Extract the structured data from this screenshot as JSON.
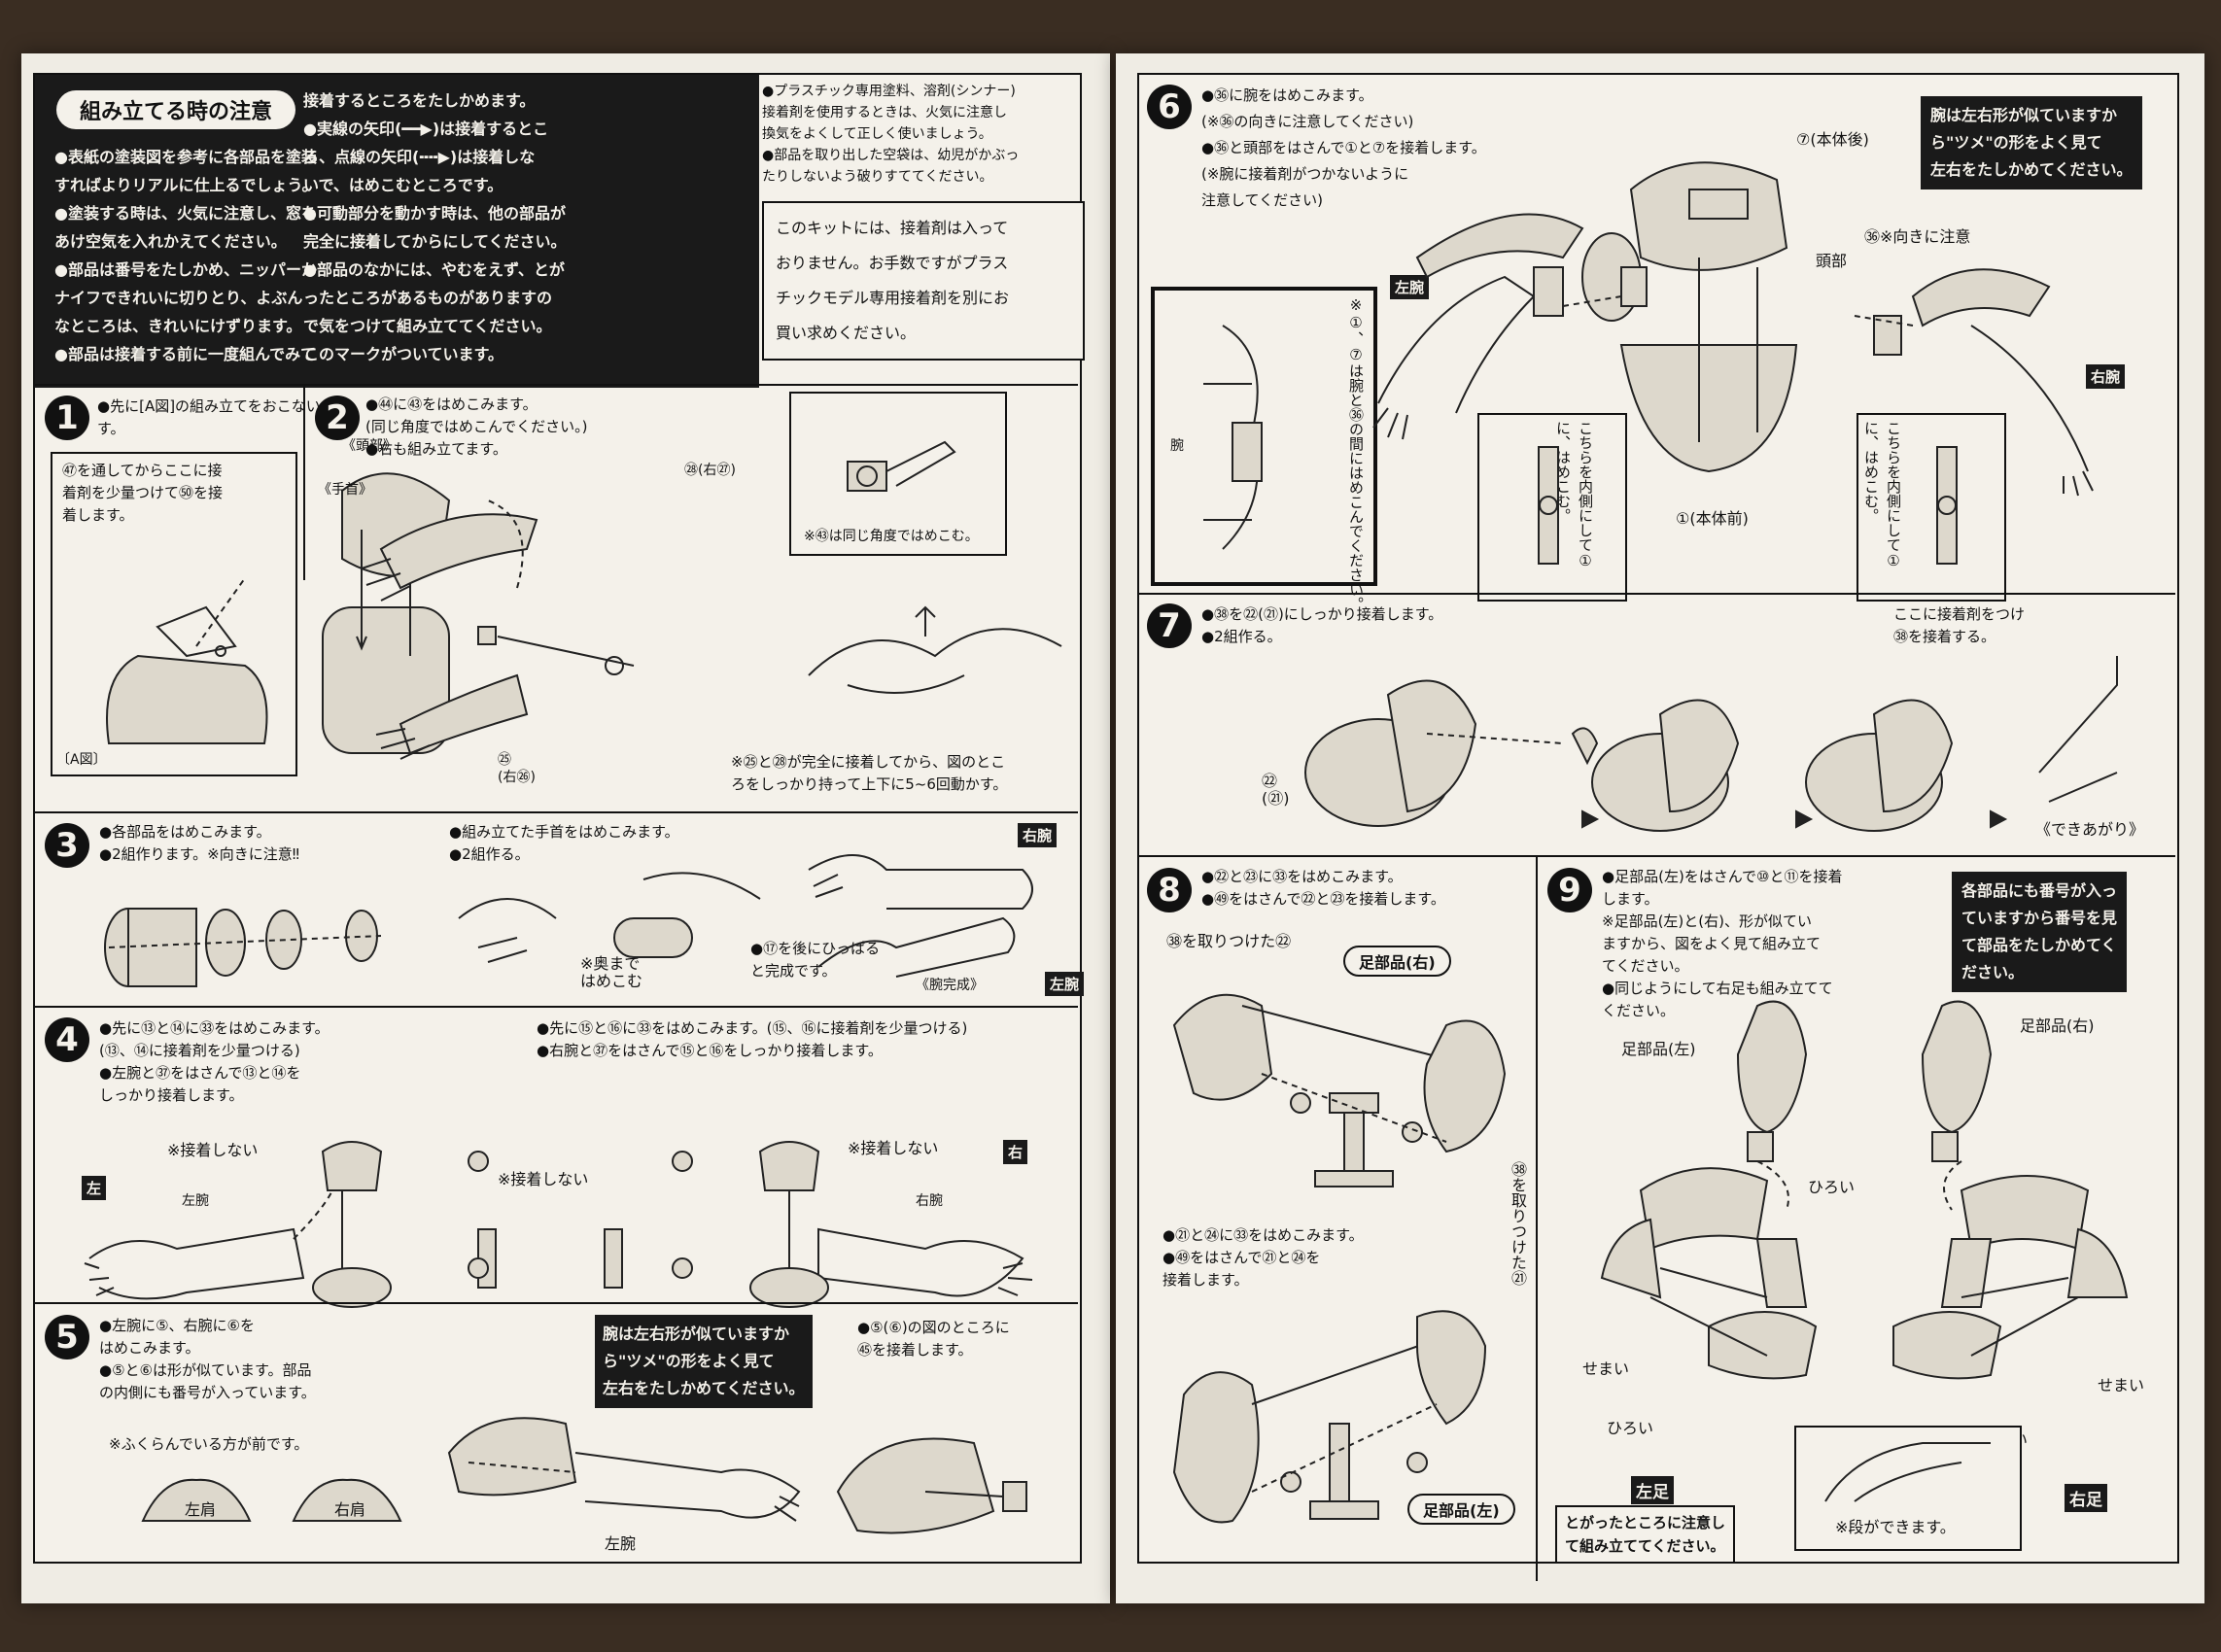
{
  "left": {
    "header": {
      "title": "組み立てる時の注意",
      "col1": "●表紙の塗装図を参考に各部品を塗装\nすればよりリアルに仕上るでしょう。\n●塗装する時は、火気に注意し、窓を\nあけ空気を入れかえてください。\n●部品は番号をたしかめ、ニッパーか\nナイフできれいに切りとり、よぶん\nなところは、きれいにけずります。\n●部品は接着する前に一度組んでみて",
      "col2": "接着するところをたしかめます。\n●実線の矢印(━━▶)は接着するとこ\nろ、点線の矢印(╍╍▶)は接着しな\nいで、はめこむところです。\n●可動部分を動かす時は、他の部品が\n完全に接着してからにしてください。\n●部品のなかには、やむをえず、とが\nったところがあるものがありますの\nで気をつけて組み立ててください。\nこのマークがついています。",
      "col3": "●プラスチック専用塗料、溶剤(シンナー)\n接着剤を使用するときは、火気に注意し\n換気をよくして正しく使いましょう。\n●部品を取り出した空袋は、幼児がかぶっ\nたりしないよう破りすててください。",
      "kit_note": "このキットには、接着剤は入って\nおりません。お手数ですがプラス\nチックモデル専用接着剤を別にお\n買い求めください。"
    },
    "step1": {
      "num": "1",
      "text": "●先に[A図]の組み立てをおこないま\nす。",
      "inset": "㊼を通してからここに接\n着剤を少量つけて㊿を接\n着します。",
      "inset_label": "〔A図〕",
      "head_label": "《頭部》"
    },
    "step2": {
      "num": "2",
      "text": "●㊹に㊸をはめこみます。\n(同じ角度ではめこんでください。)\n●右も組み立てます。",
      "hand_label": "《手首》",
      "detail_note": "※㊸は同じ角度ではめこむ。",
      "note": "※㉕と㉘が完全に接着してから、図のとこ\nろをしっかり持って上下に5~6回動かす。",
      "label_right": "㉘(右㉗)",
      "label_25": "㉕\n(右㉖)"
    },
    "step3": {
      "num": "3",
      "text_a": "●各部品をはめこみます。\n●2組作ります。※向きに注意‼",
      "text_b": "●組み立てた手首をはめこみます。\n●2組作る。",
      "text_c": "●⑰を後にひっぱる\nと完成です。",
      "note": "※奥まで\nはめこむ",
      "complete": "《腕完成》",
      "tag_right": "右腕",
      "tag_left": "左腕"
    },
    "step4": {
      "num": "4",
      "text_a": "●先に⑬と⑭に㉝をはめこみます。\n(⑬、⑭に接着剤を少量つける)\n●左腕と㊲をはさんで⑬と⑭を\nしっかり接着します。",
      "text_b": "●先に⑮と⑯に㉝をはめこみます。(⑮、⑯に接着剤を少量つける)\n●右腕と㊲をはさんで⑮と⑯をしっかり接着します。",
      "no_glue": "※接着しない",
      "left_tag": "左",
      "right_tag": "右",
      "left_arm": "左腕",
      "right_arm": "右腕"
    },
    "step5": {
      "num": "5",
      "text": "●左腕に⑤、右腕に⑥を\nはめこみます。\n●⑤と⑥は形が似ています。部品\nの内側にも番号が入っています。",
      "note": "※ふくらんでいる方が前です。",
      "warn": "腕は左右形が似ていますか\nら\"ツメ\"の形をよく見て\n左右をたしかめてください。",
      "text_b": "●⑤(⑥)の図のところに\n㊺を接着します。",
      "left_shoulder": "左肩",
      "right_shoulder": "右肩",
      "left_arm": "左腕"
    }
  },
  "right": {
    "step6": {
      "num": "6",
      "text": "●㊱に腕をはめこみます。\n(※㊱の向きに注意してください)\n●㊱と頭部をはさんで①と⑦を接着します。\n(※腕に接着剤がつかないように\n注意してください)",
      "warn": "腕は左右形が似ていますか\nら\"ツメ\"の形をよく見て\n左右をたしかめてください。",
      "inset_note": "※①、⑦は腕と㊱の間にはめこんでください。",
      "inner_note": "こちらを内側にして①に、はめこむ。",
      "body_back": "⑦(本体後)",
      "body_front": "①(本体前)",
      "head": "頭部",
      "orient": "㊱※向きに注意",
      "left_arm": "左腕",
      "right_arm": "右腕",
      "arm": "腕"
    },
    "step7": {
      "num": "7",
      "text": "●㊳を㉒(㉑)にしっかり接着します。\n●2組作る。",
      "glue": "ここに接着剤をつけ\n㊳を接着する。",
      "done": "《できあがり》",
      "label_22": "㉒\n(㉑)"
    },
    "step8": {
      "num": "8",
      "text_a": "●㉒と㉓に㉝をはめこみます。\n●㊾をはさんで㉒と㉓を接着します。",
      "text_b": "●㉑と㉔に㉝をはめこみます。\n●㊾をはさんで㉑と㉔を\n接着します。",
      "label_a": "㊳を取りつけた㉒",
      "label_b": "㊳を取りつけた㉑",
      "foot_right": "足部品(右)",
      "foot_left": "足部品(左)"
    },
    "step9": {
      "num": "9",
      "text": "●足部品(左)をはさんで⑩と⑪を接着\nします。\n※足部品(左)と(右)、形が似てい\nますから、図をよく見て組み立て\nてください。\n●同じようにして右足も組み立てて\nください。",
      "warn": "各部品にも番号が入っ\nていますから番号を見\nて部品をたしかめてく\nださい。",
      "foot_left": "足部品(左)",
      "foot_right": "足部品(右)",
      "wide": "ひろい",
      "narrow": "せまい",
      "left_foot": "左足",
      "right_foot": "右足",
      "pointed": "とがったところに注意し\nて組み立ててください。",
      "step_note": "※段ができます。"
    }
  }
}
